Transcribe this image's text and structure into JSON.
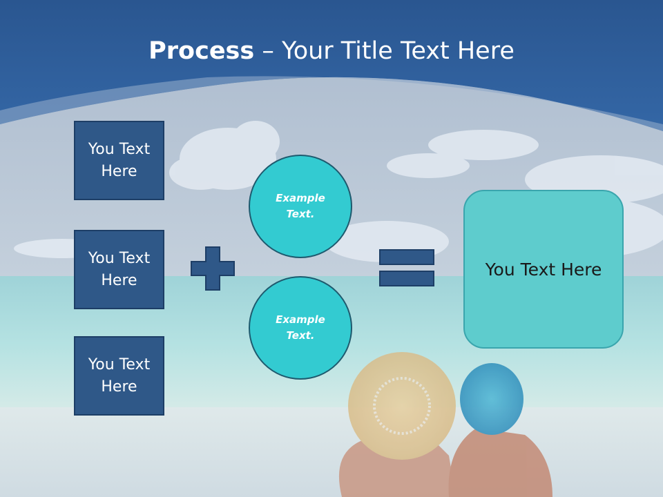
{
  "slide": {
    "title_bold": "Process",
    "title_rest": " – Your Title Text Here",
    "left_boxes": [
      {
        "line1": "You Text",
        "line2": "Here"
      },
      {
        "line1": "You Text",
        "line2": "Here"
      },
      {
        "line1": "You Text",
        "line2": "Here"
      }
    ],
    "circles": [
      {
        "line1": "Example",
        "line2": "Text."
      },
      {
        "line1": "Example",
        "line2": "Text."
      }
    ],
    "result_text": "You Text Here"
  },
  "colors": {
    "header_blue": "#2f5f99",
    "box_fill": "#2f5888",
    "circle_fill": "#33cbd1",
    "result_fill": "#5ecccd"
  },
  "icons": [
    "plus-icon",
    "equals-icon"
  ]
}
